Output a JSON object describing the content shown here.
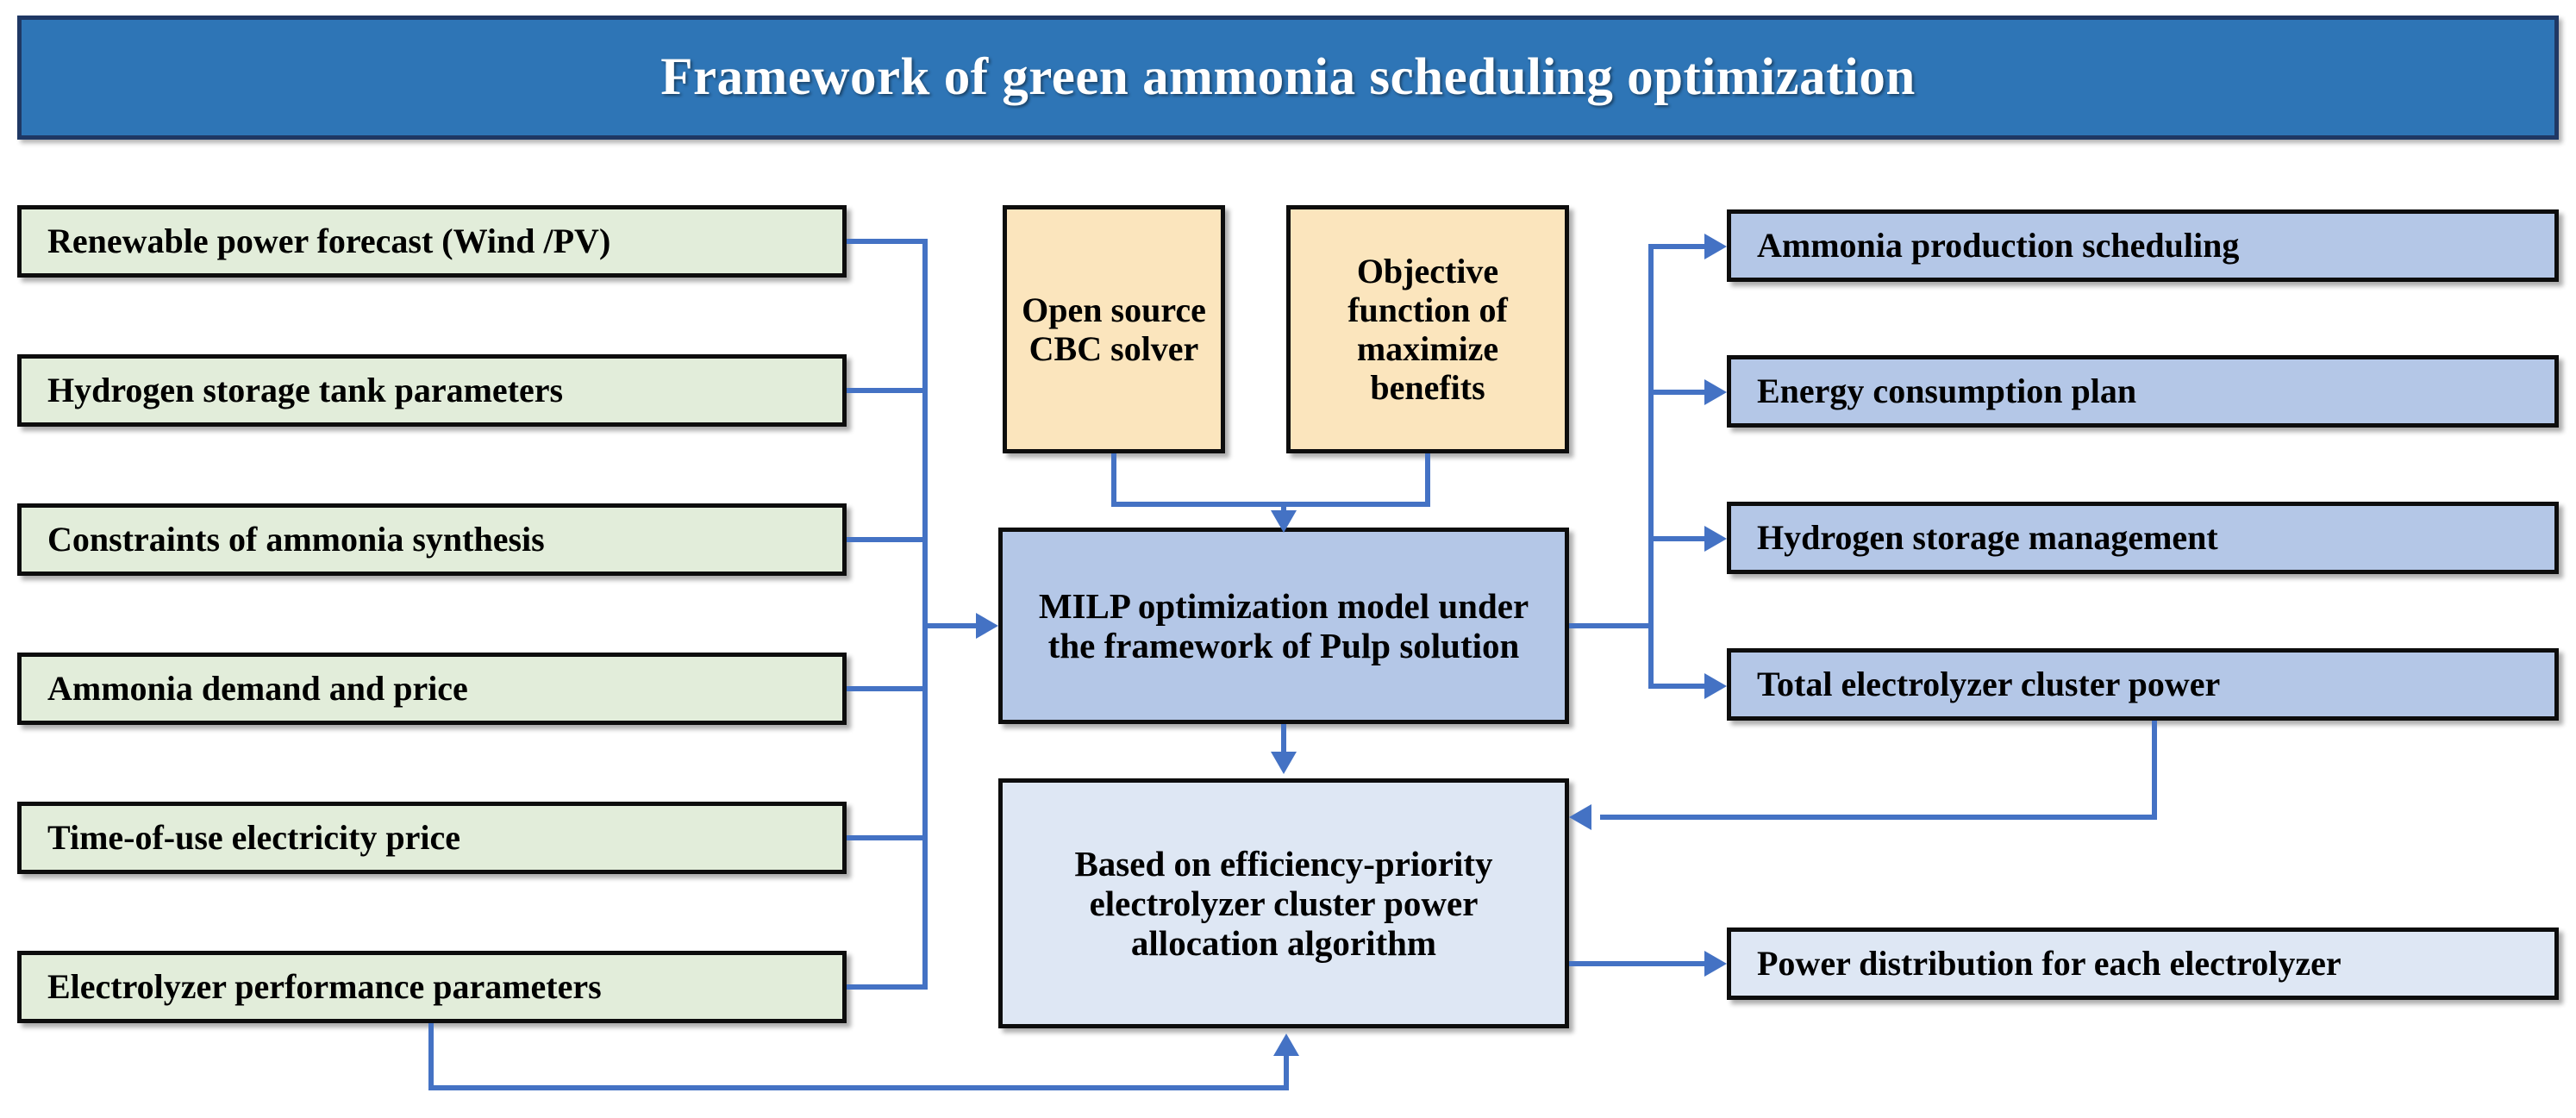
{
  "header": {
    "title": "Framework of green ammonia scheduling optimization",
    "background_color": "#2e75b6",
    "border_color": "#1f3864",
    "text_color": "#ffffff"
  },
  "palette": {
    "input_fill": "#e2edda",
    "solver_fill": "#fbe5bd",
    "model_fill": "#b4c7e7",
    "algorithm_fill": "#dee7f4",
    "output_fill": "#b4c7e7",
    "output_alt_fill": "#dee7f4",
    "connector": "#4472c4",
    "node_border": "#0d0d0d"
  },
  "inputs": [
    {
      "label": "Renewable power forecast (Wind /PV)"
    },
    {
      "label": "Hydrogen storage tank parameters"
    },
    {
      "label": "Constraints of ammonia synthesis"
    },
    {
      "label": "Ammonia demand and price"
    },
    {
      "label": "Time-of-use electricity price"
    },
    {
      "label": "Electrolyzer performance parameters"
    }
  ],
  "solvers": [
    {
      "label": "Open source CBC solver"
    },
    {
      "label": "Objective function of maximize benefits"
    }
  ],
  "model": {
    "label": "MILP optimization model under the framework of Pulp solution"
  },
  "algorithm": {
    "label": "Based on efficiency-priority electrolyzer cluster power allocation algorithm"
  },
  "outputs": [
    {
      "label": "Ammonia production scheduling"
    },
    {
      "label": "Energy consumption plan"
    },
    {
      "label": "Hydrogen storage management"
    },
    {
      "label": "Total electrolyzer cluster power"
    }
  ],
  "final_output": {
    "label": "Power distribution for each electrolyzer"
  }
}
